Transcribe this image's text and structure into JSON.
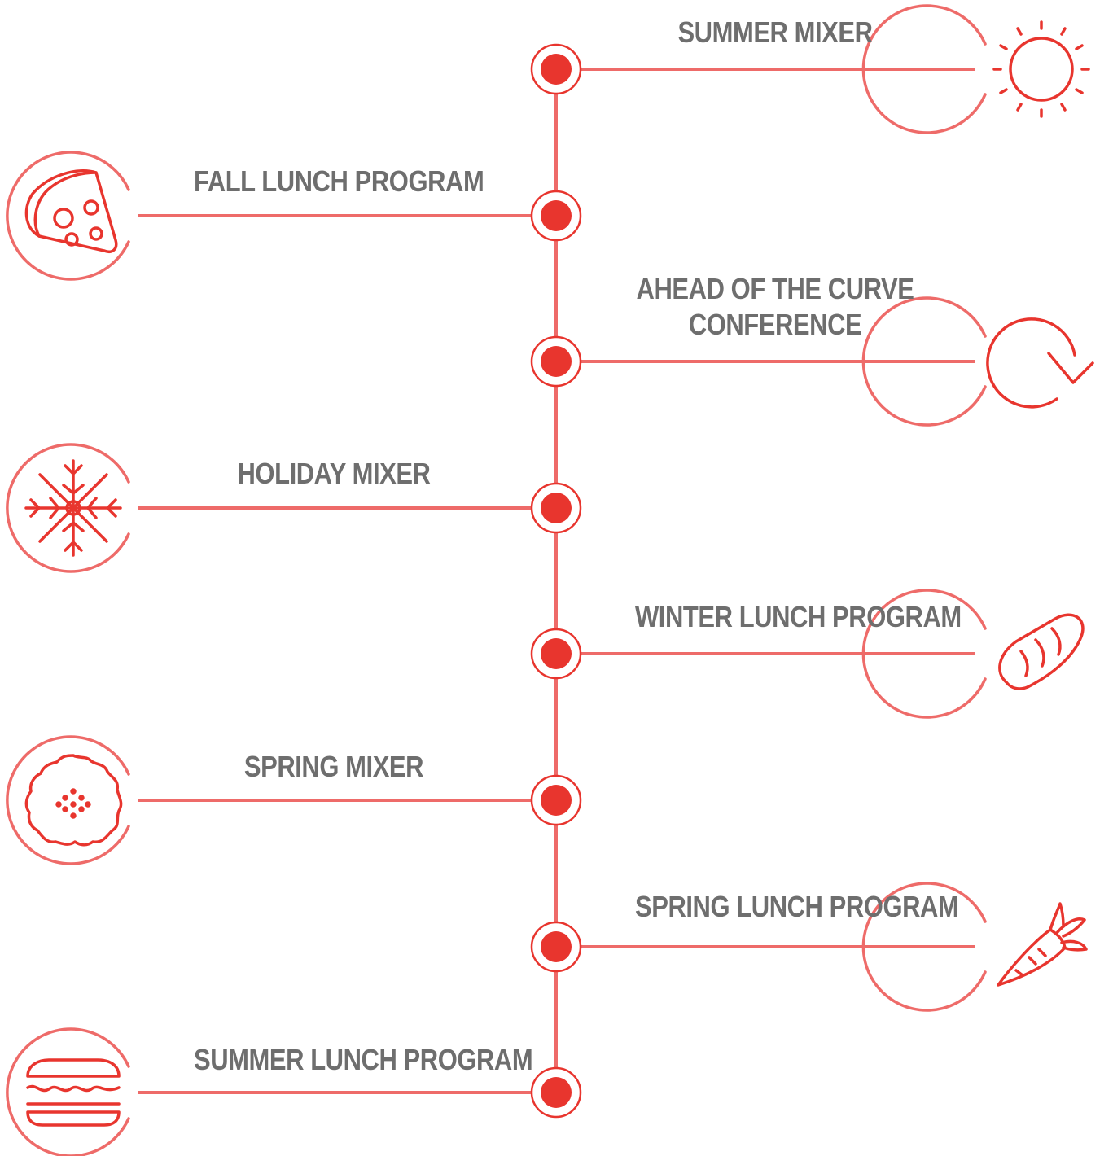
{
  "colors": {
    "accent": "#e8352e",
    "line": "#ee6b69",
    "text": "#6e6e6e"
  },
  "events": [
    {
      "label": "SUMMER MIXER",
      "side": "right",
      "icon": "sun-icon"
    },
    {
      "label": "FALL LUNCH PROGRAM",
      "side": "left",
      "icon": "pizza-icon"
    },
    {
      "label": "AHEAD OF THE CURVE CONFERENCE",
      "label_line1": "AHEAD OF THE CURVE",
      "label_line2": "CONFERENCE",
      "side": "right",
      "icon": "refresh-arrow-icon"
    },
    {
      "label": "HOLIDAY MIXER",
      "side": "left",
      "icon": "snowflake-icon"
    },
    {
      "label": "WINTER LUNCH PROGRAM",
      "side": "right",
      "icon": "bread-icon"
    },
    {
      "label": "SPRING MIXER",
      "side": "left",
      "icon": "flower-icon"
    },
    {
      "label": "SPRING LUNCH PROGRAM",
      "side": "right",
      "icon": "carrot-icon"
    },
    {
      "label": "SUMMER LUNCH PROGRAM",
      "side": "left",
      "icon": "burger-icon"
    }
  ]
}
